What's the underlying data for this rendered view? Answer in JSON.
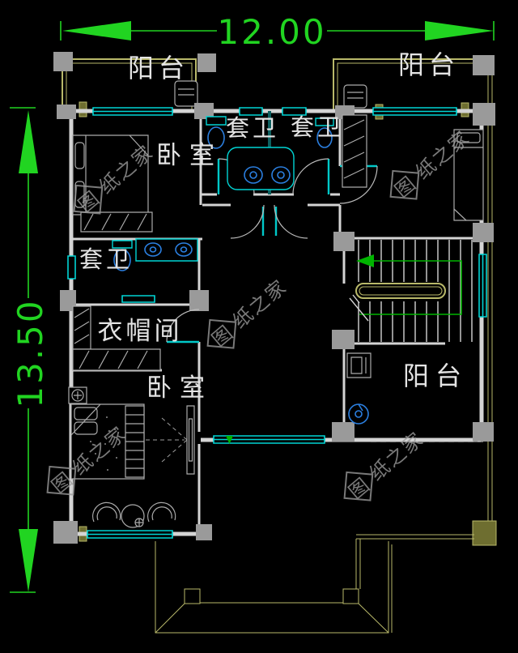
{
  "drawing": {
    "dimensions": {
      "width": "12.00",
      "height": "13.50"
    },
    "rooms": {
      "balcony_top_left": "阳台",
      "balcony_top_right": "阳台",
      "bedroom_top": "卧室",
      "ensuite_1": "套卫",
      "ensuite_2": "套卫",
      "ensuite_left": "套卫",
      "cloakroom": "衣帽间",
      "bedroom_bottom": "卧室",
      "balcony_bottom": "阳台"
    },
    "watermark": {
      "first_char": "图",
      "rest": "纸之家",
      "full": "图纸之家"
    }
  },
  "colors": {
    "background": "#000000",
    "wall": "#d4d4d4",
    "column": "#9a9a9a",
    "window": "#00d4d4",
    "fixture": "#2b7fe0",
    "railing": "#b9b96a",
    "dimension": "#21d421",
    "label": "#e4e4e4",
    "furniture": "#ababab",
    "stair_arrow": "#00b400",
    "watermark": "#9b9b9b"
  }
}
